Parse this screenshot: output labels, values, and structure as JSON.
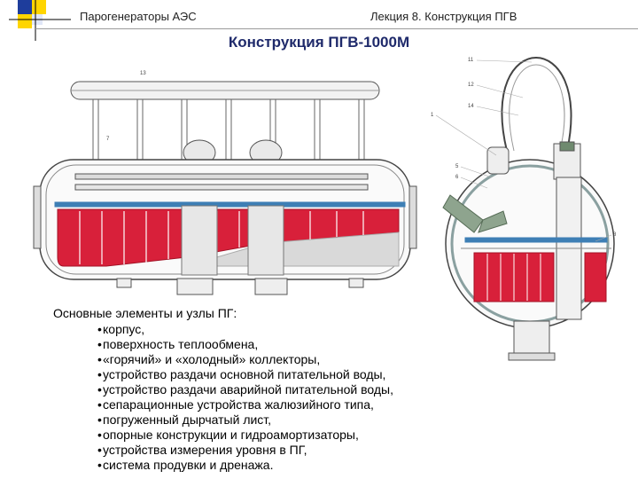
{
  "header": {
    "left": "Парогенераторы АЭС",
    "right": "Лекция 8.  Конструкция ПГВ"
  },
  "title": "Конструкция ПГВ-1000М",
  "drawing_labels": {
    "left": [
      "13",
      "7"
    ],
    "right": [
      "11",
      "12",
      "14",
      "1",
      "5",
      "6",
      "8"
    ]
  },
  "content": {
    "lead": "Основные элементы и узлы ПГ:",
    "bullet_symbol": "•",
    "items": [
      "корпус,",
      "поверхность теплообмена,",
      "«горячий» и «холодный» коллекторы,",
      "устройство раздачи основной питательной воды,",
      "устройство раздачи аварийной питательной воды,",
      "сепарационные устройства жалюзийного типа,",
      "погруженный дырчатый лист,",
      "опорные конструкции и гидроамортизаторы,",
      "устройства измерения уровня в ПГ,",
      "система продувки и дренажа."
    ]
  },
  "colors": {
    "title": "#1f2a6b",
    "tube_bundle": "#d8203a",
    "distributor": "#3e7fb5",
    "collector": "#6f8a6f",
    "logo_yellow": "#ffd500",
    "logo_blue": "#1e3d9c"
  }
}
